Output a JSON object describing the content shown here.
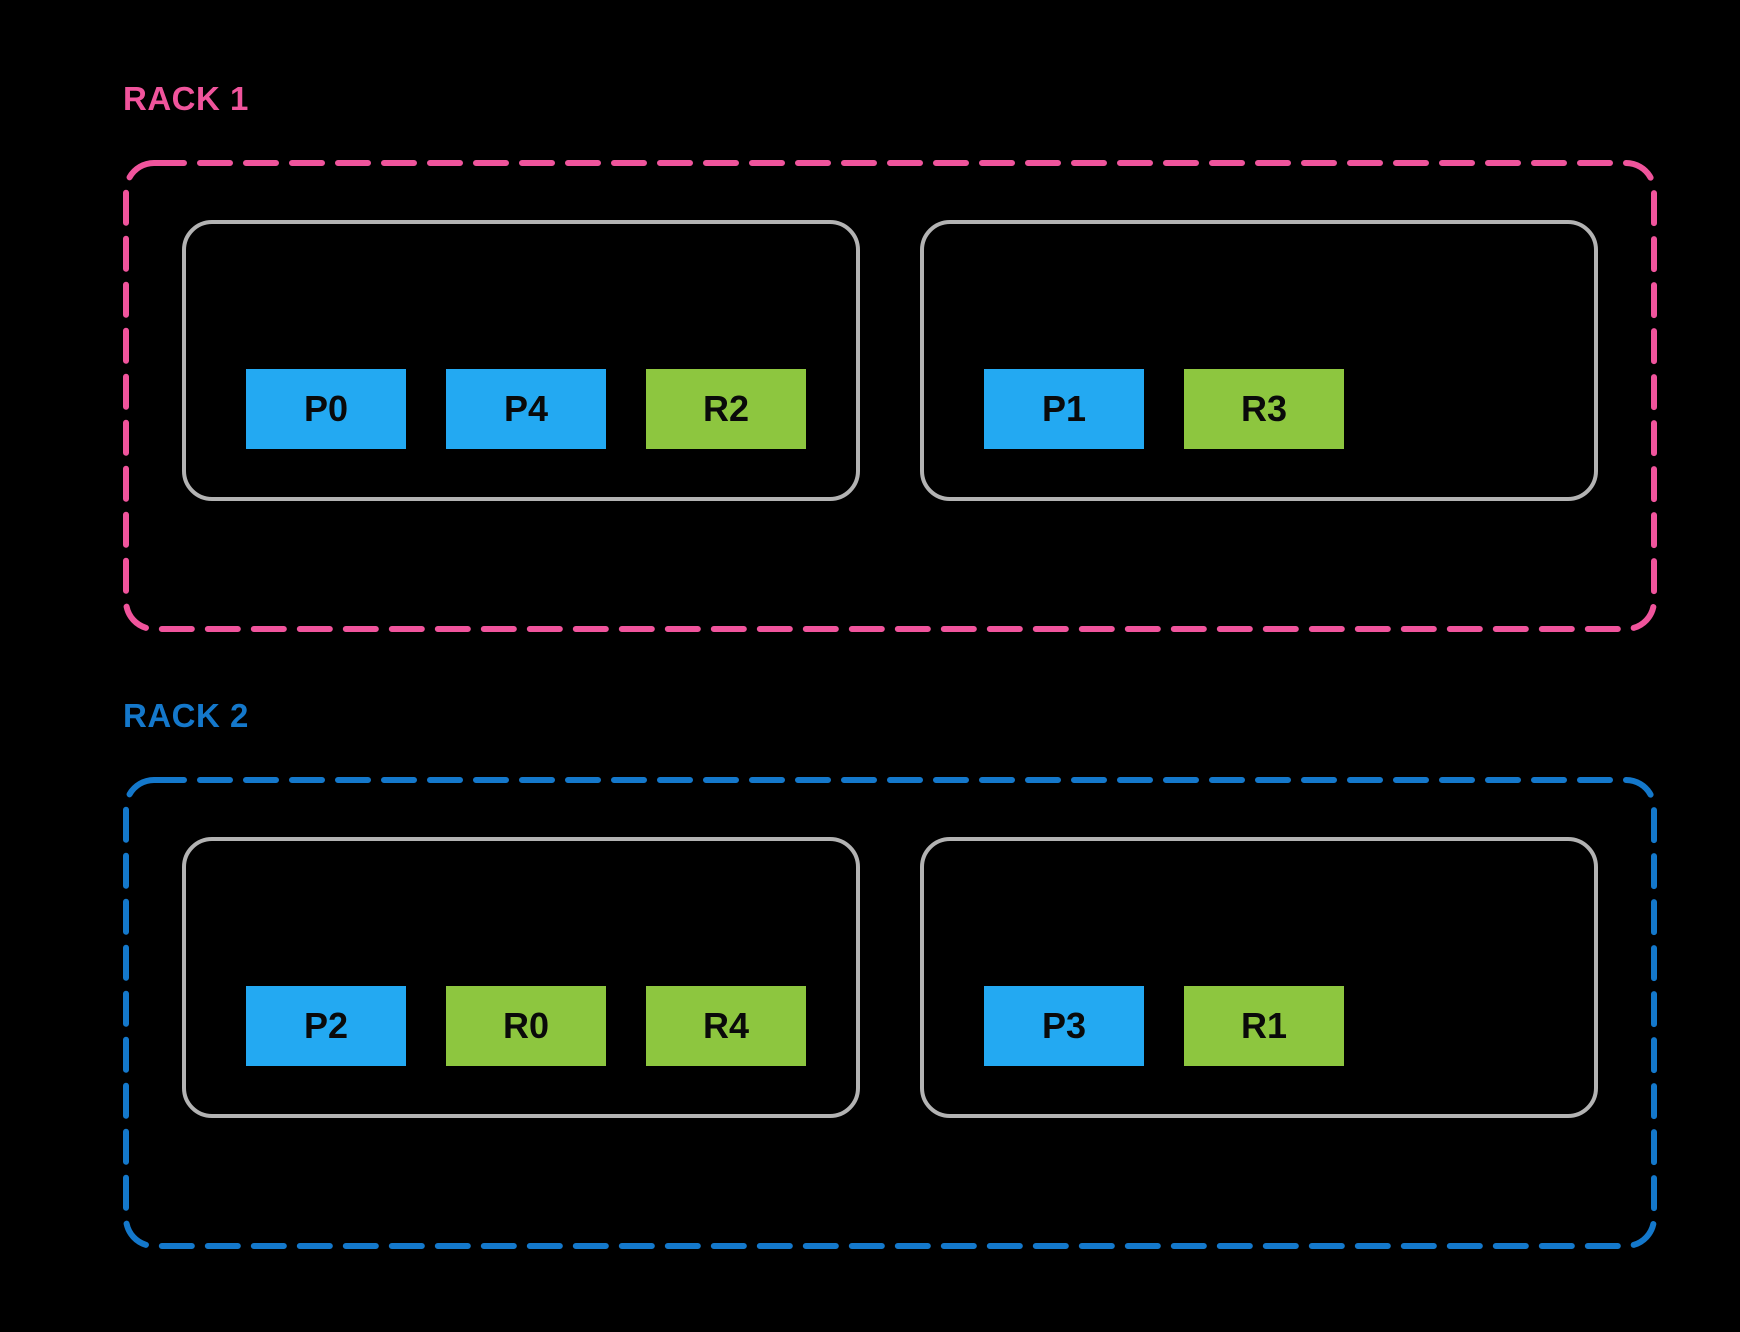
{
  "palette": {
    "background": "#000000",
    "rack1": "#F0549C",
    "rack2": "#1478CB",
    "chip_blue": "#23A9F2",
    "chip_green": "#8DC63F",
    "node_border": "#B3B3B3",
    "chip_text": "#0A0A0A"
  },
  "racks": [
    {
      "label": "RACK 1",
      "color_key": "rack1",
      "nodes": [
        {
          "chips": [
            {
              "label": "P0",
              "color": "chip_blue"
            },
            {
              "label": "P4",
              "color": "chip_blue"
            },
            {
              "label": "R2",
              "color": "chip_green"
            }
          ]
        },
        {
          "chips": [
            {
              "label": "P1",
              "color": "chip_blue"
            },
            {
              "label": "R3",
              "color": "chip_green"
            }
          ]
        }
      ]
    },
    {
      "label": "RACK 2",
      "color_key": "rack2",
      "nodes": [
        {
          "chips": [
            {
              "label": "P2",
              "color": "chip_blue"
            },
            {
              "label": "R0",
              "color": "chip_green"
            },
            {
              "label": "R4",
              "color": "chip_green"
            }
          ]
        },
        {
          "chips": [
            {
              "label": "P3",
              "color": "chip_blue"
            },
            {
              "label": "R1",
              "color": "chip_green"
            }
          ]
        }
      ]
    }
  ]
}
